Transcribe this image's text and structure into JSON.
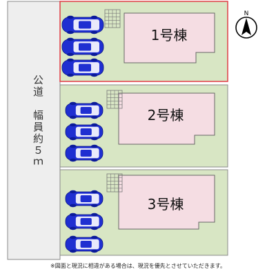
{
  "road": {
    "label": "公道　幅員約５ｍ"
  },
  "compass": {
    "label": "N"
  },
  "lots": [
    {
      "label": "1号棟",
      "selected": true
    },
    {
      "label": "2号棟",
      "selected": false
    },
    {
      "label": "3号棟",
      "selected": false
    }
  ],
  "note": "※図面と現況に相違がある場合は、現況を優先とさせていただきます。",
  "colors": {
    "road": "#eeeeee",
    "lot": "#d8e6c4",
    "building": "#f5dde3",
    "car": "#1f2fd1",
    "selected_border": "#e03a44"
  }
}
